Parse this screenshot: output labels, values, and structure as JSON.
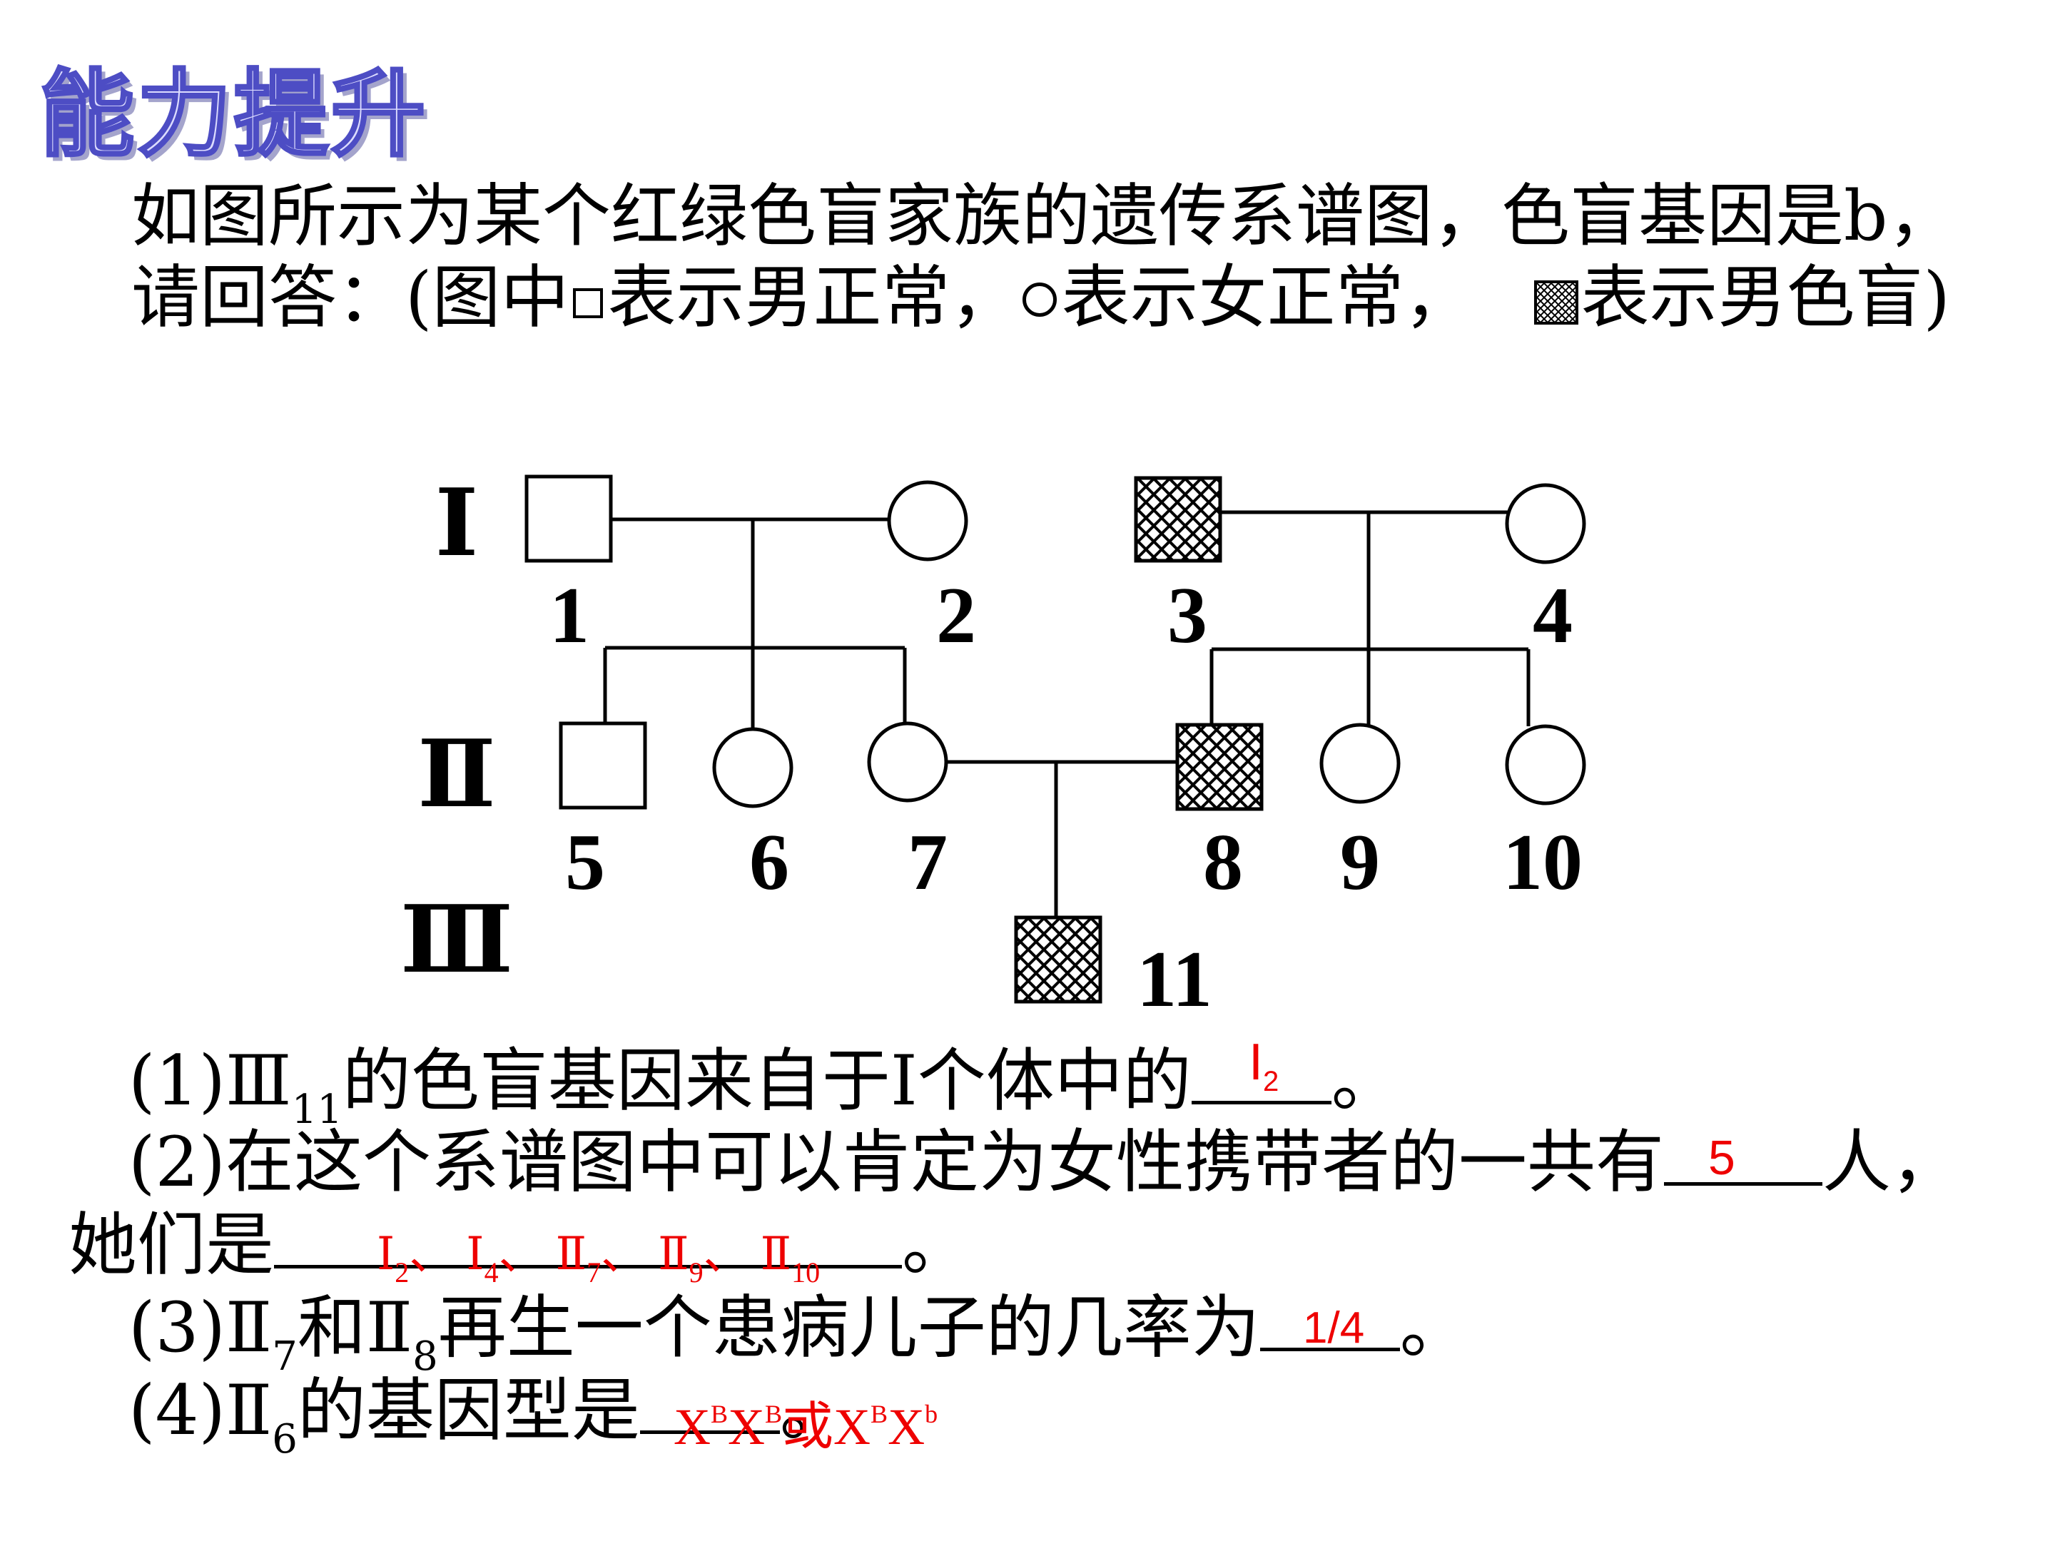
{
  "title": "能力提升",
  "intro": {
    "line1": "如图所示为某个红绿色盲家族的遗传系谱图，色盲基因是b，",
    "line2_a": "请回答：(图中",
    "line2_b": "表示男正常，",
    "line2_c": "表示女正常，",
    "line2_d": "表示男色盲)"
  },
  "pedigree": {
    "generations": [
      "Ⅰ",
      "Ⅱ",
      "Ⅲ"
    ],
    "individuals": [
      {
        "id": "1",
        "sex": "male",
        "affected": false
      },
      {
        "id": "2",
        "sex": "female",
        "affected": false
      },
      {
        "id": "3",
        "sex": "male",
        "affected": true
      },
      {
        "id": "4",
        "sex": "female",
        "affected": false
      },
      {
        "id": "5",
        "sex": "male",
        "affected": false
      },
      {
        "id": "6",
        "sex": "female",
        "affected": false
      },
      {
        "id": "7",
        "sex": "female",
        "affected": false
      },
      {
        "id": "8",
        "sex": "male",
        "affected": true
      },
      {
        "id": "9",
        "sex": "female",
        "affected": false
      },
      {
        "id": "10",
        "sex": "female",
        "affected": false
      },
      {
        "id": "11",
        "sex": "male",
        "affected": true
      }
    ]
  },
  "questions": {
    "q1": {
      "a": "(1)Ⅲ",
      "sub": "11",
      "b": "的色盲基因来自于Ⅰ个体中的",
      "c": "。",
      "answer_main": "I",
      "answer_sub": "2"
    },
    "q2": {
      "a": "(2)在这个系谱图中可以肯定为女性携带者的一共有",
      "b": "人，",
      "answer": "5"
    },
    "q2b": {
      "a": "她们是",
      "b": "。",
      "answer": [
        "Ⅰ",
        "2",
        "、",
        "Ⅰ",
        "4",
        "、",
        "Ⅱ",
        "7",
        "、",
        "Ⅱ",
        "9",
        "、",
        "Ⅱ",
        "10"
      ]
    },
    "q3": {
      "a": "(3)Ⅱ",
      "sub1": "7",
      "b": "和Ⅱ",
      "sub2": "8",
      "c": "再生一个患病儿子的几率为",
      "d": "。",
      "answer": "1/4"
    },
    "q4": {
      "a": "(4)Ⅱ",
      "sub": "6",
      "b": "的基因型是",
      "c": "。",
      "answer": [
        "X",
        "B",
        "X",
        "B",
        "或",
        "X",
        "B",
        "X",
        "b"
      ]
    }
  },
  "colors": {
    "answer": "#ee0000",
    "title_fill": "#dcdcff",
    "title_stroke": "#4d4dc4"
  }
}
